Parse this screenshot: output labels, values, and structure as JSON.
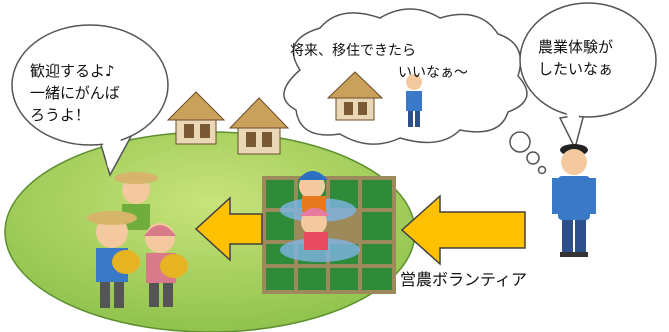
{
  "bubbles": {
    "welcome": {
      "line1": "歓迎するよ♪",
      "line2": "一緒にがんば",
      "line3": "ろうよ！"
    },
    "dream": {
      "line1": "将来、移住できたら",
      "line2": "いいなぁ～"
    },
    "want": {
      "line1": "農業体験が",
      "line2": "したいなぁ"
    }
  },
  "caption": "営農ボランティア",
  "colors": {
    "hill": "#9acd4b",
    "arrow": "#ffc000",
    "arrow_outline": "#404040",
    "field": "#2e8b3a",
    "roof": "#c9a15a",
    "shirt_blue": "#3a78c8"
  }
}
